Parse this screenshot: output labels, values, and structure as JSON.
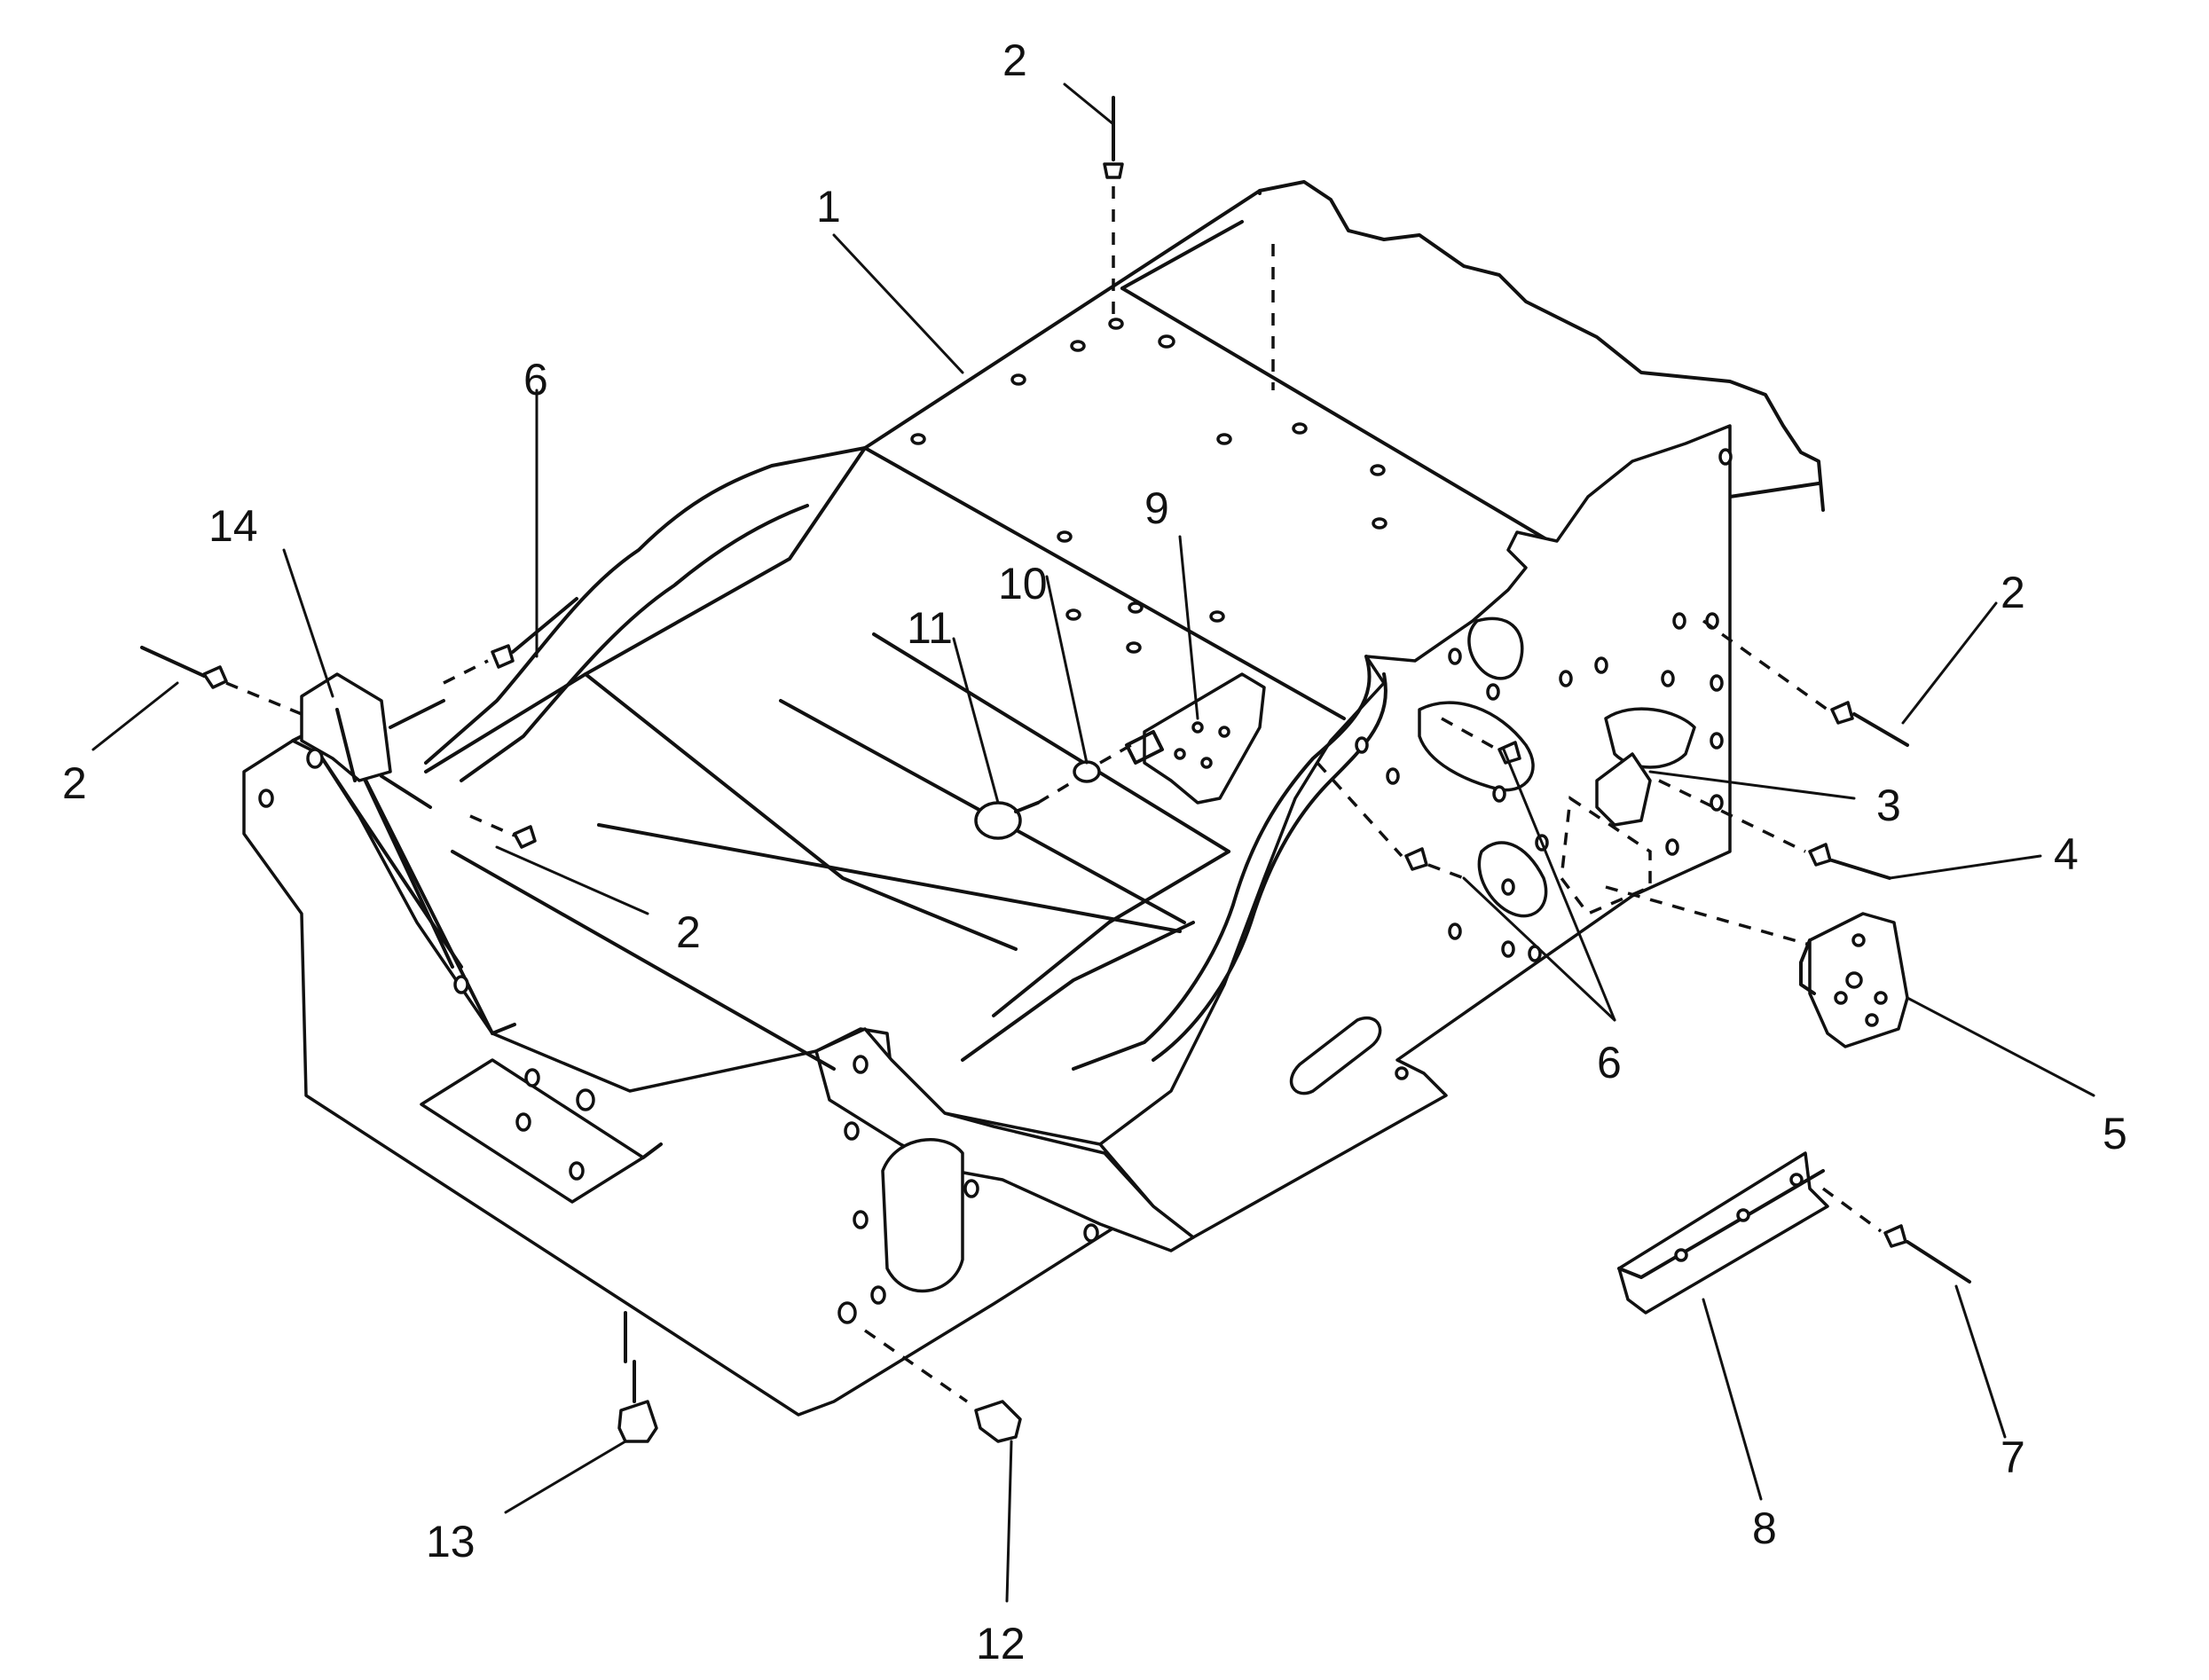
{
  "figure": {
    "type": "exploded-parts-diagram",
    "background_color": "#ffffff",
    "line_color": "#111111"
  },
  "callouts": [
    {
      "id": "c1",
      "label": "1"
    },
    {
      "id": "c2a",
      "label": "2"
    },
    {
      "id": "c2b",
      "label": "2"
    },
    {
      "id": "c2c",
      "label": "2"
    },
    {
      "id": "c2d",
      "label": "2"
    },
    {
      "id": "c3",
      "label": "3"
    },
    {
      "id": "c4",
      "label": "4"
    },
    {
      "id": "c5",
      "label": "5"
    },
    {
      "id": "c6a",
      "label": "6"
    },
    {
      "id": "c6b",
      "label": "6"
    },
    {
      "id": "c7",
      "label": "7"
    },
    {
      "id": "c8",
      "label": "8"
    },
    {
      "id": "c9",
      "label": "9"
    },
    {
      "id": "c10",
      "label": "10"
    },
    {
      "id": "c11",
      "label": "11"
    },
    {
      "id": "c12",
      "label": "12"
    },
    {
      "id": "c13",
      "label": "13"
    },
    {
      "id": "c14",
      "label": "14"
    }
  ]
}
